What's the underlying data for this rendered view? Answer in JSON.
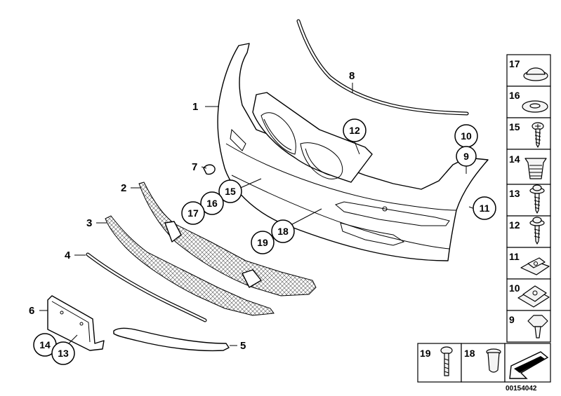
{
  "diagram_code": "00154042",
  "callouts": [
    {
      "id": "1",
      "label": "1"
    },
    {
      "id": "2",
      "label": "2"
    },
    {
      "id": "3",
      "label": "3"
    },
    {
      "id": "4",
      "label": "4"
    },
    {
      "id": "5",
      "label": "5"
    },
    {
      "id": "6",
      "label": "6"
    },
    {
      "id": "7",
      "label": "7"
    },
    {
      "id": "8",
      "label": "8"
    },
    {
      "id": "11",
      "label": "11"
    }
  ],
  "circled_callouts": [
    {
      "id": "c12",
      "label": "12"
    },
    {
      "id": "c10",
      "label": "10"
    },
    {
      "id": "c9",
      "label": "9"
    },
    {
      "id": "c15",
      "label": "15"
    },
    {
      "id": "c16",
      "label": "16"
    },
    {
      "id": "c17",
      "label": "17"
    },
    {
      "id": "c18",
      "label": "18"
    },
    {
      "id": "c19",
      "label": "19"
    },
    {
      "id": "c11",
      "label": "11"
    },
    {
      "id": "c14",
      "label": "14"
    },
    {
      "id": "c13",
      "label": "13"
    }
  ],
  "parts_column": [
    {
      "label": "17",
      "icon": "grommet-icon"
    },
    {
      "label": "16",
      "icon": "washer-icon"
    },
    {
      "label": "15",
      "icon": "screw-icon"
    },
    {
      "label": "14",
      "icon": "expanding-nut-icon"
    },
    {
      "label": "13",
      "icon": "collar-screw-icon"
    },
    {
      "label": "12",
      "icon": "collar-screw-icon"
    },
    {
      "label": "11",
      "icon": "clip-nut-icon"
    },
    {
      "label": "10",
      "icon": "spring-nut-icon"
    },
    {
      "label": "9",
      "icon": "rivet-icon"
    }
  ],
  "parts_row": [
    {
      "label": "19",
      "icon": "bolt-icon"
    },
    {
      "label": "18",
      "icon": "plug-icon"
    },
    {
      "label": "",
      "icon": "arrow-icon"
    }
  ]
}
